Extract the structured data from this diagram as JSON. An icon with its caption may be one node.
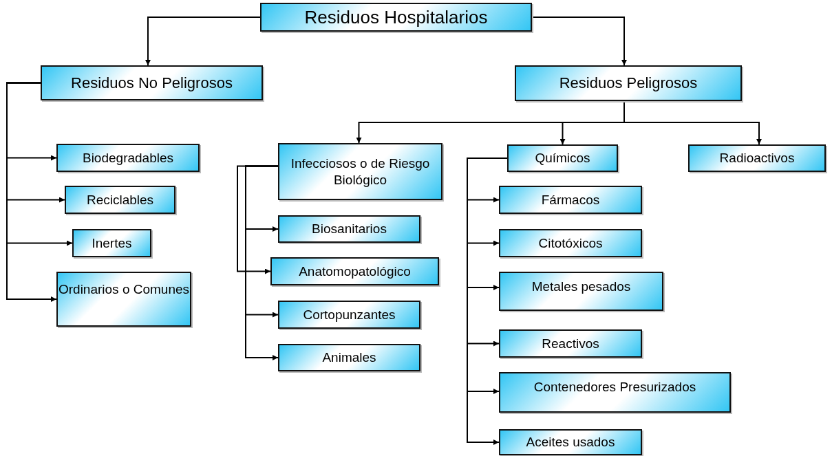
{
  "diagram": {
    "nodes": [
      {
        "text": [
          "Residuos Hospitalarios"
        ]
      },
      {
        "text": [
          "Residuos No Peligrosos"
        ]
      },
      {
        "text": [
          "Residuos Peligrosos"
        ]
      },
      {
        "text": [
          "Biodegradables"
        ]
      },
      {
        "text": [
          "Reciclables"
        ]
      },
      {
        "text": [
          "Inertes"
        ]
      },
      {
        "text": [
          "Ordinarios o Comunes"
        ]
      },
      {
        "text": [
          "Infecciosos o de Riesgo Biológico"
        ]
      },
      {
        "text": [
          "Biosanitarios"
        ]
      },
      {
        "text": [
          "Anatomopatológico"
        ]
      },
      {
        "text": [
          "Cortopunzantes"
        ]
      },
      {
        "text": [
          "Animales"
        ]
      },
      {
        "text": [
          "Químicos"
        ]
      },
      {
        "text": [
          "Radioactivos"
        ]
      },
      {
        "text": [
          "Fármacos"
        ]
      },
      {
        "text": [
          "Citotóxicos"
        ]
      },
      {
        "text": [
          "Metales pesados"
        ]
      },
      {
        "text": [
          "Reactivos"
        ]
      },
      {
        "text": [
          "Contenedores Presurizados"
        ]
      },
      {
        "text": [
          "Aceites usados"
        ]
      }
    ],
    "edges": [
      {
        "from": 0,
        "to": 1,
        "arrow": "to"
      },
      {
        "from": 0,
        "to": 2,
        "arrow": "to"
      },
      {
        "from": 1,
        "to": 3,
        "arrow": "to"
      },
      {
        "from": 1,
        "to": 4,
        "arrow": "to"
      },
      {
        "from": 1,
        "to": 5,
        "arrow": "to"
      },
      {
        "from": 1,
        "to": 6,
        "arrow": "to"
      },
      {
        "from": 2,
        "to": 7,
        "arrow": "to"
      },
      {
        "from": 2,
        "to": 12,
        "arrow": "to"
      },
      {
        "from": 2,
        "to": 13,
        "arrow": "to"
      },
      {
        "from": 7,
        "to": 8,
        "arrow": "to"
      },
      {
        "from": 7,
        "to": 9,
        "arrow": "to"
      },
      {
        "from": 7,
        "to": 10,
        "arrow": "to"
      },
      {
        "from": 7,
        "to": 11,
        "arrow": "to"
      },
      {
        "from": 12,
        "to": 14,
        "arrow": "to"
      },
      {
        "from": 12,
        "to": 15,
        "arrow": "to"
      },
      {
        "from": 12,
        "to": 16,
        "arrow": "to"
      },
      {
        "from": 12,
        "to": 17,
        "arrow": "to"
      },
      {
        "from": 12,
        "to": 18,
        "arrow": "to"
      },
      {
        "from": 12,
        "to": 19,
        "arrow": "to"
      }
    ]
  }
}
